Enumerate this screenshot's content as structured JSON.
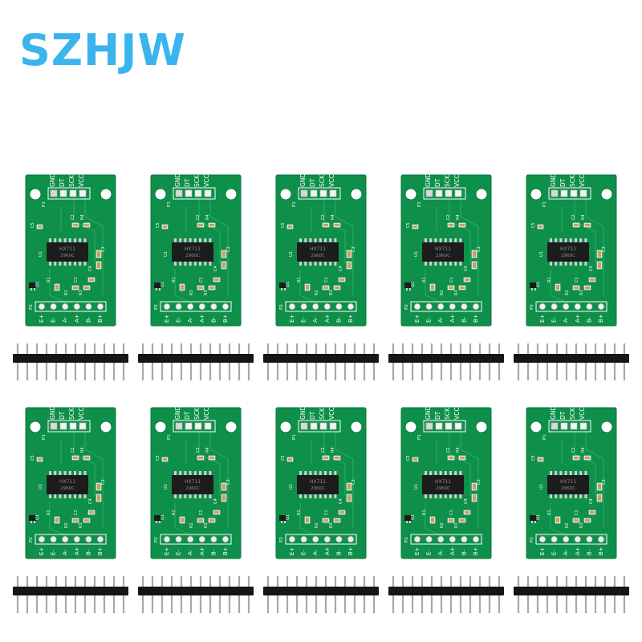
{
  "brand": {
    "text": "SZHJW",
    "color": "#3ab4ec"
  },
  "module": {
    "top_pin_labels": [
      "GND",
      "DT",
      "SCK",
      "VCC"
    ],
    "bottom_pin_labels": [
      "E+",
      "E-",
      "A-",
      "A+",
      "B-",
      "B+"
    ],
    "connector_labels": [
      "P1",
      "P2"
    ],
    "chip_label": "U1",
    "chip_marking": [
      "HX711",
      "2960C"
    ],
    "component_labels": [
      "C5",
      "C2",
      "R4",
      "C3",
      "C4",
      "C1",
      "R1",
      "R2",
      "R3",
      "Q1"
    ],
    "board_color": "#0e8f4a",
    "silkscreen_color": "#ffffff"
  },
  "header": {
    "pin_count": 12
  },
  "layout": {
    "rows": 2,
    "columns": 5,
    "module_count": 10
  }
}
